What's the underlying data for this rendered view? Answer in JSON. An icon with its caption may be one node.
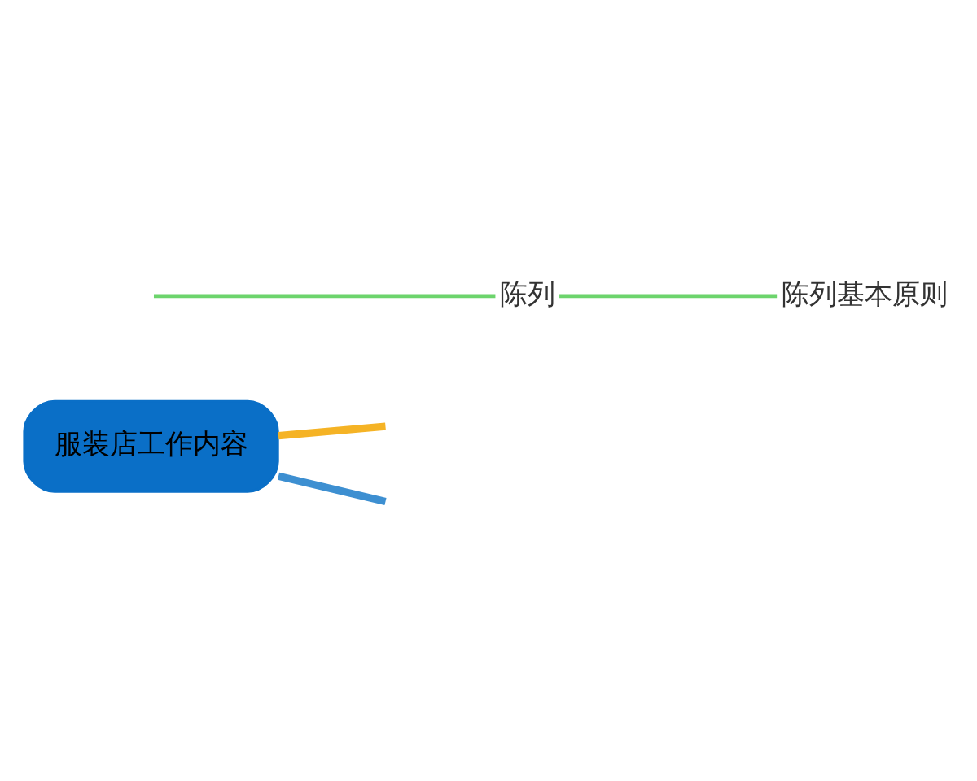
{
  "diagram": {
    "nodes": [
      {
        "text": [
          "服装店工作内容"
        ]
      },
      {
        "text": [
          "陈列"
        ]
      },
      {
        "text": [
          "陈列基本原则"
        ]
      }
    ],
    "edges": [
      {
        "from": 0,
        "to": null,
        "arrow": "none",
        "style": "thick",
        "color": "#3d8fd1"
      },
      {
        "from": 0,
        "to": null,
        "arrow": "none",
        "style": "thick",
        "color": "#f5b325"
      },
      {
        "from": null,
        "to": 1,
        "arrow": "none",
        "color": "#6cd46c"
      },
      {
        "from": 1,
        "to": 2,
        "arrow": "none",
        "color": "#6cd46c"
      }
    ]
  }
}
